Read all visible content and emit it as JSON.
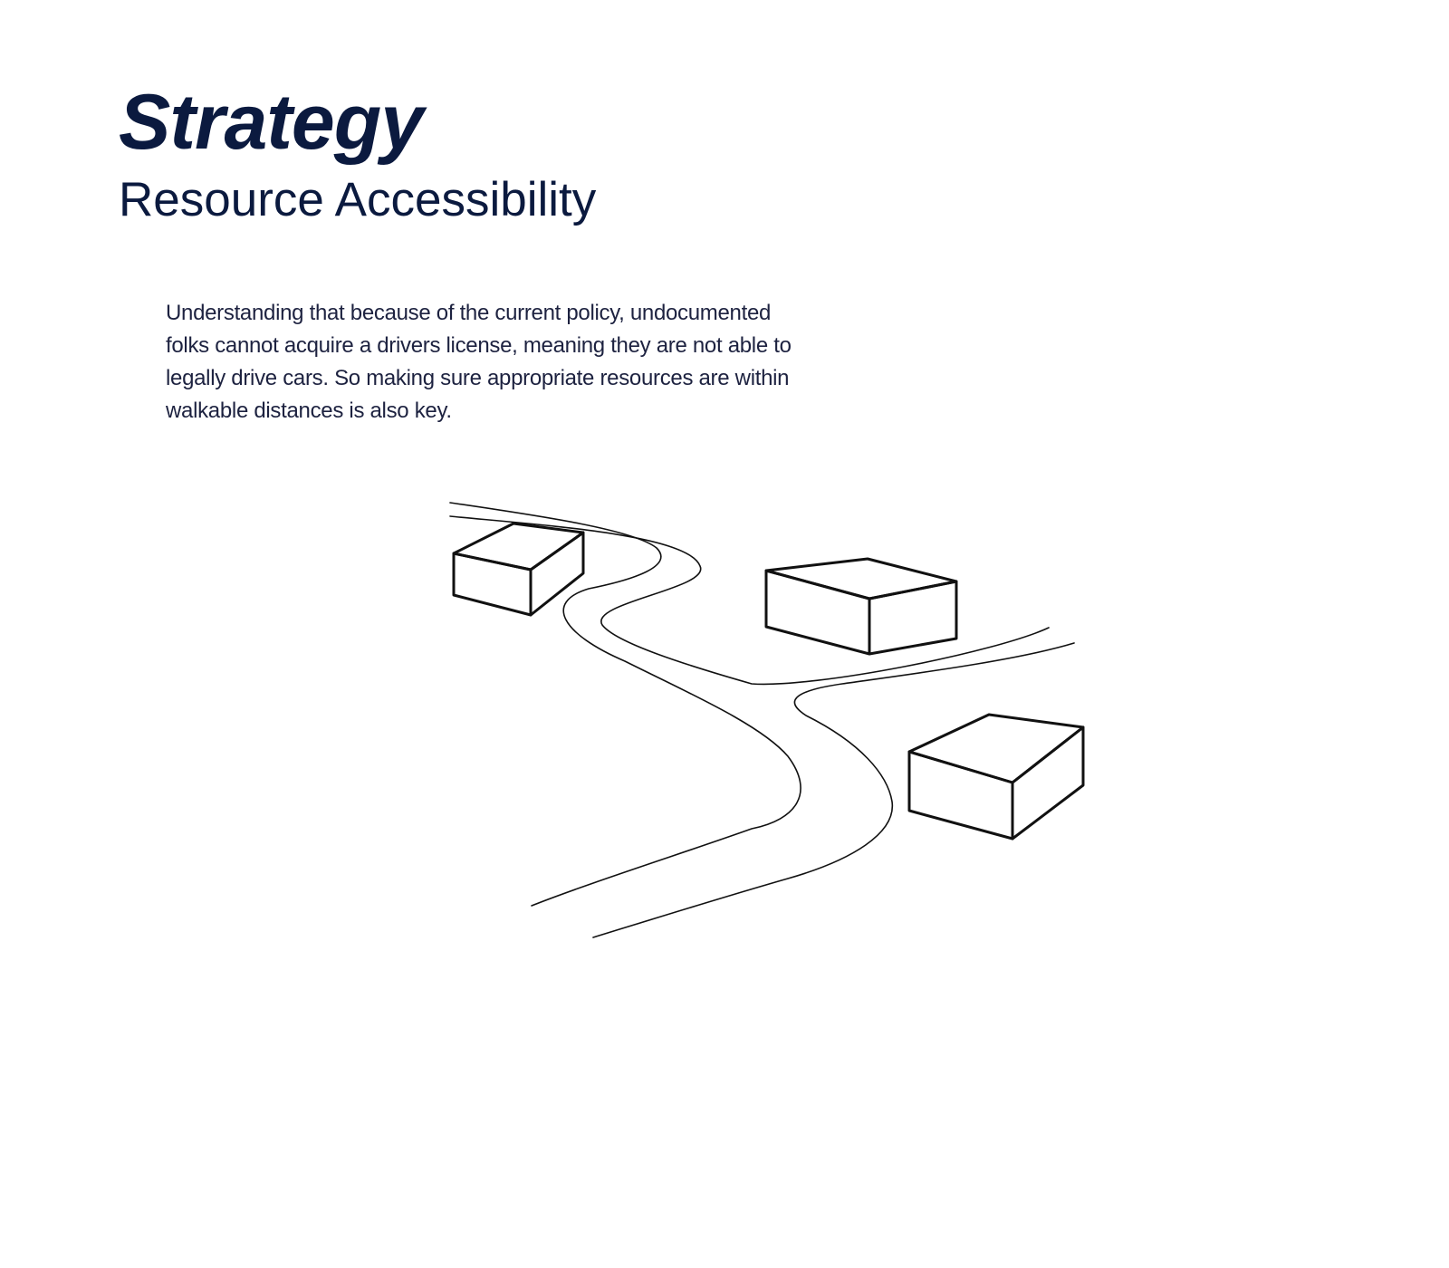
{
  "header": {
    "title": "Strategy",
    "subtitle": "Resource Accessibility"
  },
  "body": {
    "paragraph": "Understanding that because of the current policy, undocumented folks cannot acquire a drivers license, meaning they are not able to legally drive cars. So making sure appropriate resources are within walkable distances is also key."
  },
  "colors": {
    "heading": "#0b1a3f",
    "text": "#1d2240",
    "line_art": "#111111",
    "background": "#ffffff"
  }
}
